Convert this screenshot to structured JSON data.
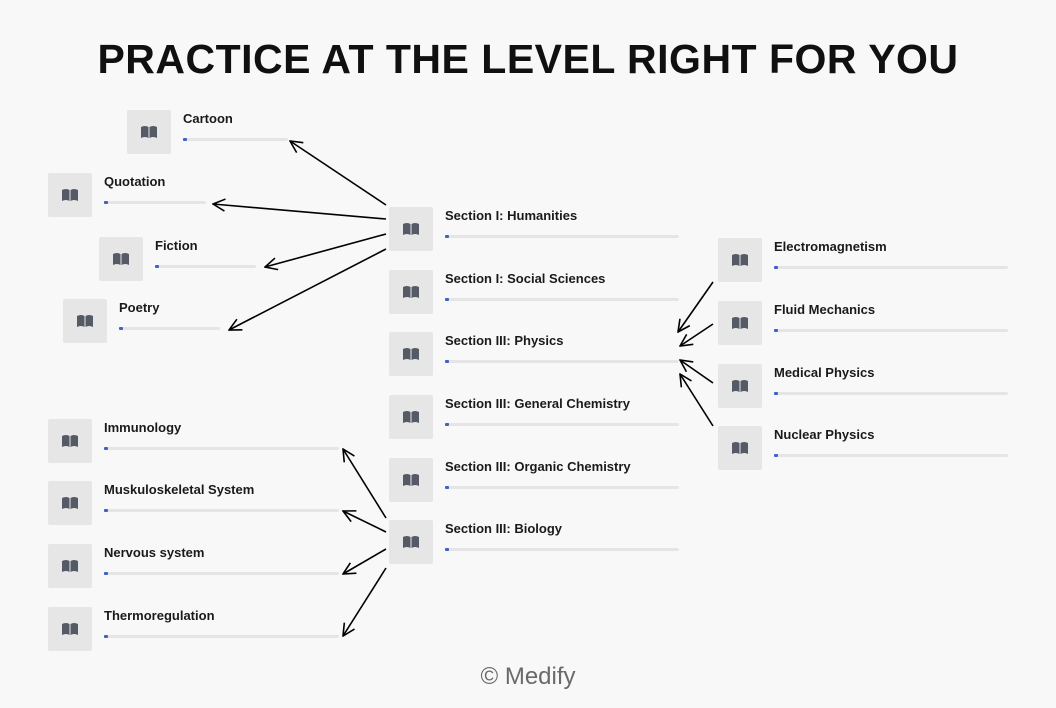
{
  "title": "PRACTICE AT THE LEVEL RIGHT FOR YOU",
  "footer": "© Medify",
  "icon": "open-book-icon",
  "colors": {
    "progress_fill": "#3d63c8",
    "icon_box": "#e6e6e6",
    "arrow": "#000000"
  },
  "sections": [
    {
      "id": "humanities",
      "label": "Section I: Humanities",
      "progress": 0
    },
    {
      "id": "social-sciences",
      "label": "Section I: Social Sciences",
      "progress": 0
    },
    {
      "id": "physics",
      "label": "Section III: Physics",
      "progress": 0
    },
    {
      "id": "general-chemistry",
      "label": "Section III: General Chemistry",
      "progress": 0
    },
    {
      "id": "organic-chemistry",
      "label": "Section III: Organic Chemistry",
      "progress": 0
    },
    {
      "id": "biology",
      "label": "Section III: Biology",
      "progress": 0
    }
  ],
  "topics": [
    {
      "id": "cartoon",
      "label": "Cartoon",
      "parent": "humanities",
      "progress": 0
    },
    {
      "id": "quotation",
      "label": "Quotation",
      "parent": "humanities",
      "progress": 0
    },
    {
      "id": "fiction",
      "label": "Fiction",
      "parent": "humanities",
      "progress": 0
    },
    {
      "id": "poetry",
      "label": "Poetry",
      "parent": "humanities",
      "progress": 0
    },
    {
      "id": "electromagnetism",
      "label": "Electromagnetism",
      "parent": "physics",
      "progress": 0
    },
    {
      "id": "fluid-mechanics",
      "label": "Fluid Mechanics",
      "parent": "physics",
      "progress": 0
    },
    {
      "id": "medical-physics",
      "label": "Medical Physics",
      "parent": "physics",
      "progress": 0
    },
    {
      "id": "nuclear-physics",
      "label": "Nuclear Physics",
      "parent": "physics",
      "progress": 0
    },
    {
      "id": "immunology",
      "label": "Immunology",
      "parent": "biology",
      "progress": 0
    },
    {
      "id": "musculoskeletal",
      "label": "Muskuloskeletal System",
      "parent": "biology",
      "progress": 0
    },
    {
      "id": "nervous-system",
      "label": "Nervous system",
      "parent": "biology",
      "progress": 0
    },
    {
      "id": "thermoregulation",
      "label": "Thermoregulation",
      "parent": "biology",
      "progress": 0
    }
  ]
}
